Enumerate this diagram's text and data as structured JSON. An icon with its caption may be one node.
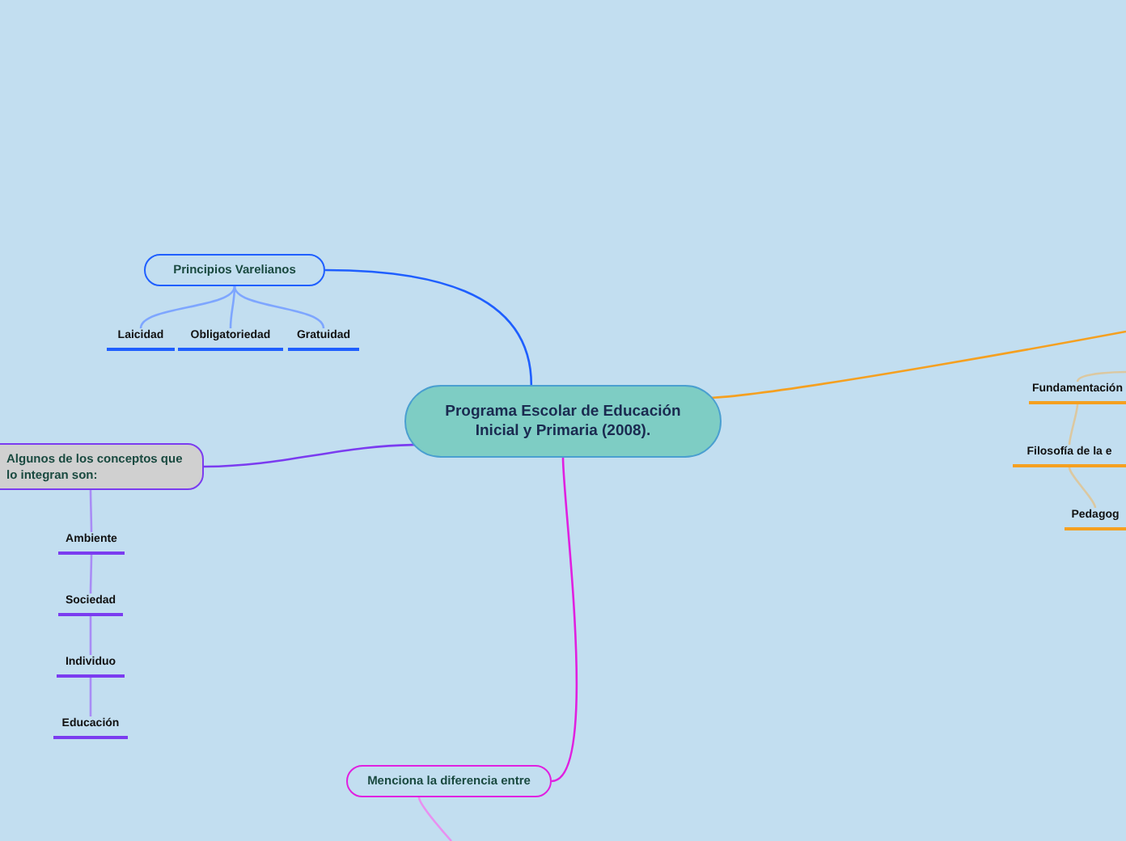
{
  "diagram": {
    "nodes": [
      {
        "text": [
          "Programa Escolar de Educación Inicial y Primaria (2008)."
        ]
      },
      {
        "text": [
          "Principios Varelianos"
        ]
      },
      {
        "text": [
          "Laicidad"
        ]
      },
      {
        "text": [
          "Obligatoriedad"
        ]
      },
      {
        "text": [
          "Gratuidad"
        ]
      },
      {
        "text": [
          "Algunos de los conceptos que lo integran son:"
        ]
      },
      {
        "text": [
          "Ambiente"
        ]
      },
      {
        "text": [
          "Sociedad"
        ]
      },
      {
        "text": [
          "Individuo"
        ]
      },
      {
        "text": [
          "Educación"
        ]
      },
      {
        "text": [
          "Fundamentación"
        ]
      },
      {
        "text": [
          "Filosofía de la e"
        ]
      },
      {
        "text": [
          "Pedagog"
        ]
      },
      {
        "text": [
          "Menciona la diferencia entre"
        ]
      }
    ],
    "edges": [
      {
        "from": 0,
        "to": 1,
        "arrow": "none",
        "color": "#1f5fff"
      },
      {
        "from": 1,
        "to": 2,
        "arrow": "none",
        "color": "#7ea6ff"
      },
      {
        "from": 1,
        "to": 3,
        "arrow": "none",
        "color": "#7ea6ff"
      },
      {
        "from": 1,
        "to": 4,
        "arrow": "none",
        "color": "#7ea6ff"
      },
      {
        "from": 0,
        "to": 5,
        "arrow": "none",
        "color": "#7b3cf0"
      },
      {
        "from": 5,
        "to": 6,
        "arrow": "none",
        "color": "#a98cf5"
      },
      {
        "from": 6,
        "to": 7,
        "arrow": "none",
        "color": "#a98cf5"
      },
      {
        "from": 7,
        "to": 8,
        "arrow": "none",
        "color": "#a98cf5"
      },
      {
        "from": 8,
        "to": 9,
        "arrow": "none",
        "color": "#a98cf5"
      },
      {
        "from": 0,
        "to": null,
        "arrow": "none",
        "color": "#f5a020"
      },
      {
        "from": null,
        "to": 10,
        "arrow": "none",
        "color": "#dcc8a0"
      },
      {
        "from": 10,
        "to": 11,
        "arrow": "none",
        "color": "#dcc8a0"
      },
      {
        "from": 11,
        "to": 12,
        "arrow": "none",
        "color": "#dcc8a0"
      },
      {
        "from": 0,
        "to": 13,
        "arrow": "none",
        "color": "#e020e0"
      },
      {
        "from": 13,
        "to": null,
        "arrow": "none",
        "color": "#e890f0"
      }
    ]
  }
}
